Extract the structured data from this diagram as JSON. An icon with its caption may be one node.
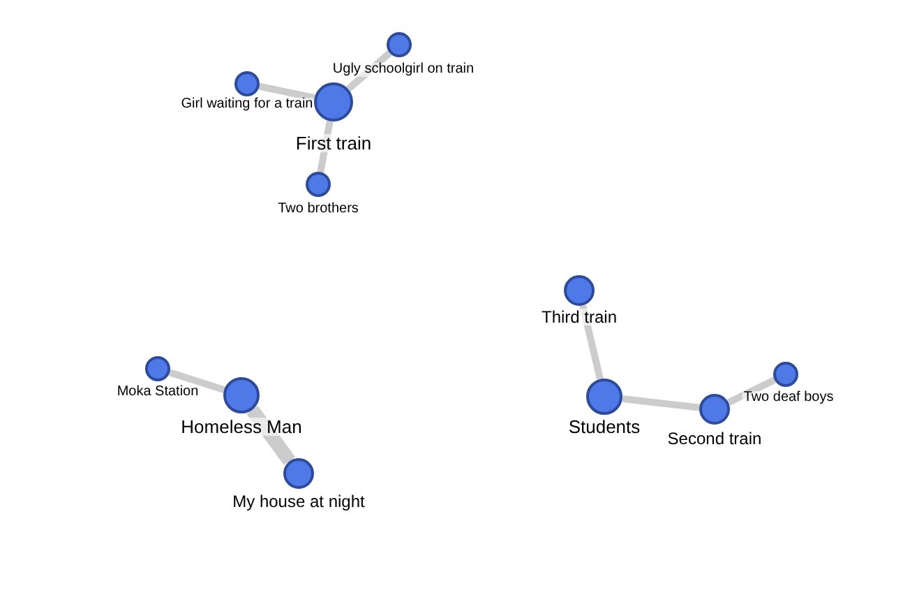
{
  "diagram": {
    "nodes": [
      {
        "text": [
          "First train"
        ]
      },
      {
        "text": [
          "Ugly schoolgirl on train"
        ]
      },
      {
        "text": [
          "Girl waiting for a train"
        ]
      },
      {
        "text": [
          "Two brothers"
        ]
      },
      {
        "text": [
          "Third train"
        ]
      },
      {
        "text": [
          "Students"
        ]
      },
      {
        "text": [
          "Second train"
        ]
      },
      {
        "text": [
          "Two deaf boys"
        ]
      },
      {
        "text": [
          "Homeless Man"
        ]
      },
      {
        "text": [
          "Moka Station"
        ]
      },
      {
        "text": [
          "My house at night"
        ]
      }
    ],
    "edges": [
      {
        "from": 0,
        "to": 1,
        "arrow": "none"
      },
      {
        "from": 0,
        "to": 2,
        "arrow": "none"
      },
      {
        "from": 0,
        "to": 3,
        "arrow": "none"
      },
      {
        "from": 5,
        "to": 4,
        "arrow": "none"
      },
      {
        "from": 5,
        "to": 6,
        "arrow": "none"
      },
      {
        "from": 6,
        "to": 7,
        "arrow": "none"
      },
      {
        "from": 8,
        "to": 9,
        "arrow": "none"
      },
      {
        "from": 8,
        "to": 10,
        "arrow": "none",
        "style": "thick"
      }
    ]
  }
}
